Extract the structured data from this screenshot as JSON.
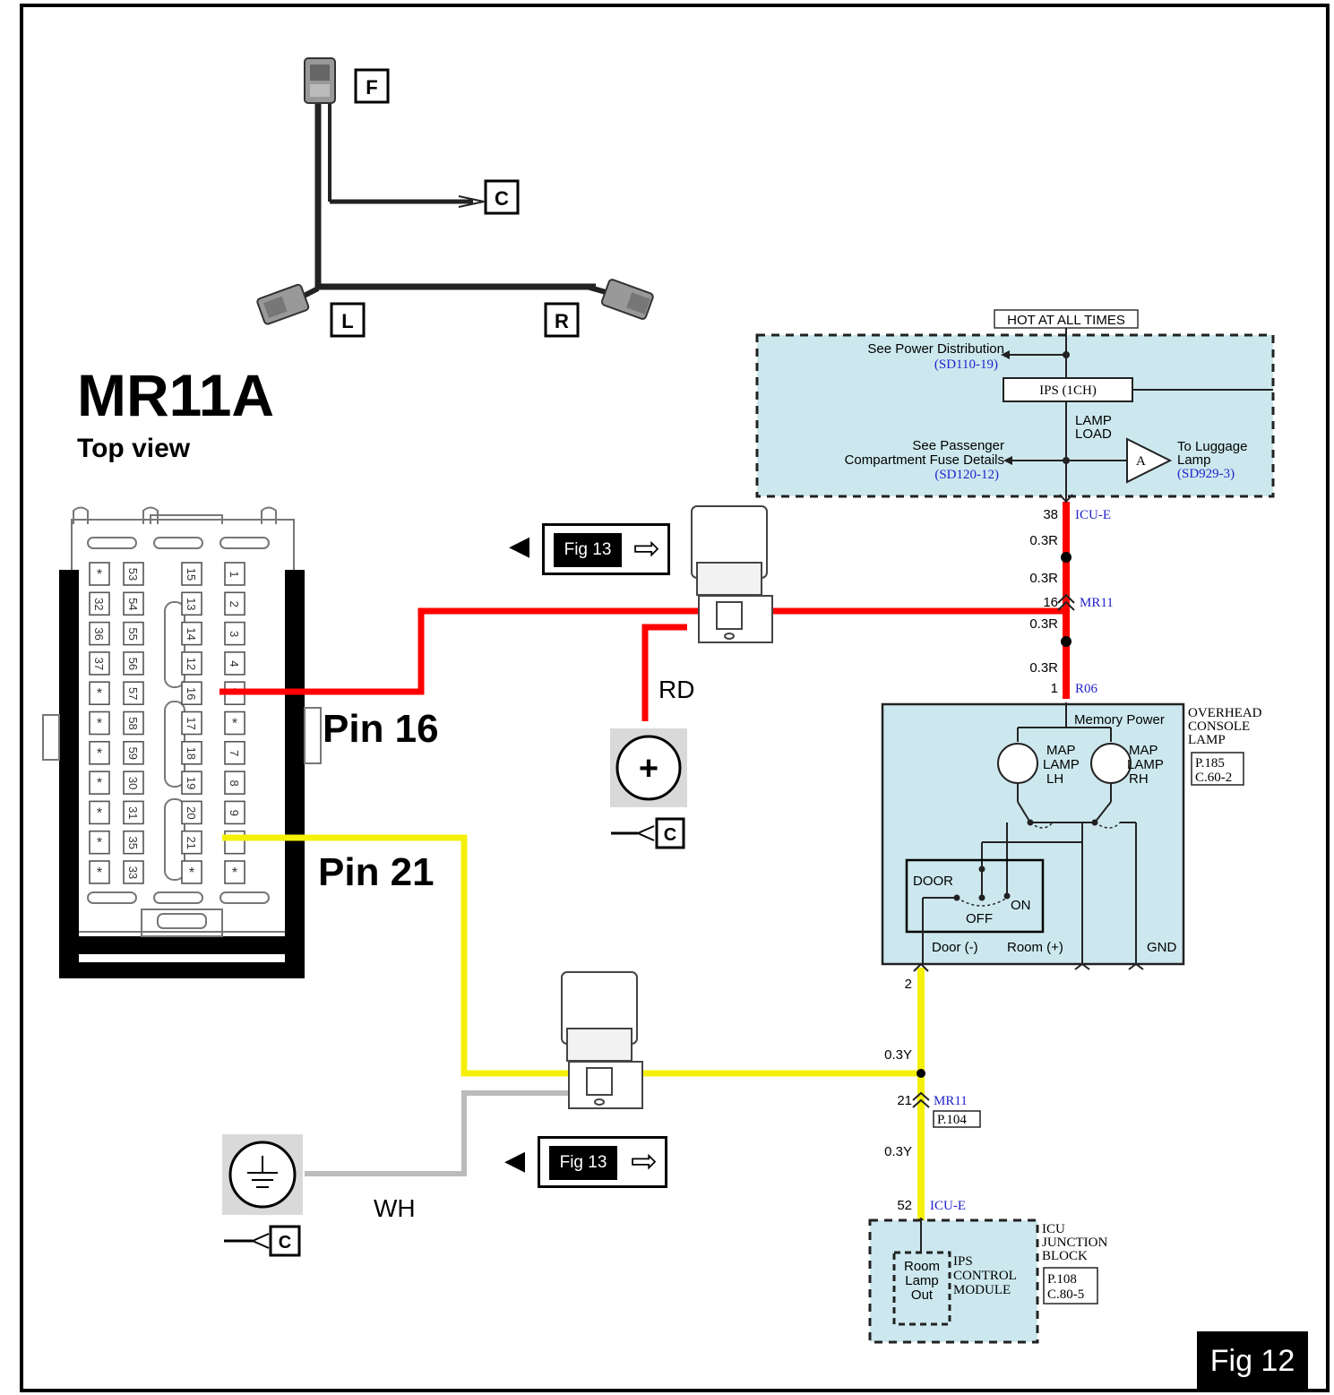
{
  "connector": {
    "title": "MR11A",
    "subtitle": "Top view",
    "pin_labels": [
      "Pin 16",
      "Pin 21"
    ],
    "pins": [
      [
        "*",
        "53",
        "15",
        "1"
      ],
      [
        "32",
        "54",
        "13",
        "2"
      ],
      [
        "36",
        "55",
        "14",
        "3"
      ],
      [
        "37",
        "56",
        "12",
        "4"
      ],
      [
        "*",
        "57",
        "16",
        "*"
      ],
      [
        "*",
        "58",
        "17",
        "*"
      ],
      [
        "*",
        "59",
        "18",
        "7"
      ],
      [
        "*",
        "30",
        "19",
        "8"
      ],
      [
        "*",
        "31",
        "20",
        "9"
      ],
      [
        "*",
        "35",
        "21",
        ""
      ],
      [
        "*",
        "33",
        "*",
        "*"
      ]
    ]
  },
  "harness": {
    "tags": [
      "F",
      "C",
      "L",
      "R"
    ]
  },
  "wires": {
    "rd_label": "RD",
    "wh_label": "WH",
    "red_color": "#ff0000",
    "yellow_color": "#f5f00a",
    "gray_color": "#bbbbbb"
  },
  "terminals": {
    "positive_symbol": "+",
    "c_tag_1": "C",
    "c_tag_2": "C"
  },
  "fig_refs": {
    "ref_top": "Fig 13",
    "ref_bottom": "Fig 13",
    "arrow": "⇨",
    "eye": "◀"
  },
  "schematic": {
    "hot_label": "HOT AT ALL TIMES",
    "power_dist": "See Power Distribution",
    "power_dist_ref": "(SD110-19)",
    "ips": "IPS (1CH)",
    "lamp_load_1": "LAMP",
    "lamp_load_2": "LOAD",
    "passenger_1": "See Passenger",
    "passenger_2": "Compartment Fuse Details",
    "passenger_ref": "(SD120-12)",
    "luggage_1": "To Luggage",
    "luggage_2": "Lamp",
    "luggage_ref": "(SD929-3)",
    "a_label": "A",
    "icu_e_top_pin": "38",
    "icu_e_top": "ICU-E",
    "wire_03r_1": "0.3R",
    "wire_03r_2": "0.3R",
    "mr11_top_pin": "16",
    "mr11_top": "MR11",
    "wire_03r_3": "0.3R",
    "wire_03r_4": "0.3R",
    "r06_pin": "1",
    "r06": "R06",
    "memory_power": "Memory Power",
    "overhead_1": "OVERHEAD",
    "overhead_2": "CONSOLE",
    "overhead_3": "LAMP",
    "overhead_ref_1": "P.185",
    "overhead_ref_2": "C.60-2",
    "map_lh_1": "MAP",
    "map_lh_2": "LAMP",
    "map_lh_3": "LH",
    "map_rh_1": "MAP",
    "map_rh_2": "LAMP",
    "map_rh_3": "RH",
    "door": "DOOR",
    "on": "ON",
    "off": "OFF",
    "door_neg": "Door (-)",
    "room_pos": "Room (+)",
    "gnd": "GND",
    "pin_2": "2",
    "wire_03y_1": "0.3Y",
    "mr11_bot_pin": "21",
    "mr11_bot": "MR11",
    "mr11_bot_ref": "P.104",
    "wire_03y_2": "0.3Y",
    "icu_e_bot_pin": "52",
    "icu_e_bot": "ICU-E",
    "room_lamp_1": "Room",
    "room_lamp_2": "Lamp",
    "room_lamp_3": "Out",
    "ips_ctrl_1": "IPS",
    "ips_ctrl_2": "CONTROL",
    "ips_ctrl_3": "MODULE",
    "icu_jb_1": "ICU",
    "icu_jb_2": "JUNCTION",
    "icu_jb_3": "BLOCK",
    "icu_jb_ref_1": "P.108",
    "icu_jb_ref_2": "C.80-5"
  },
  "figure_number": "Fig 12"
}
